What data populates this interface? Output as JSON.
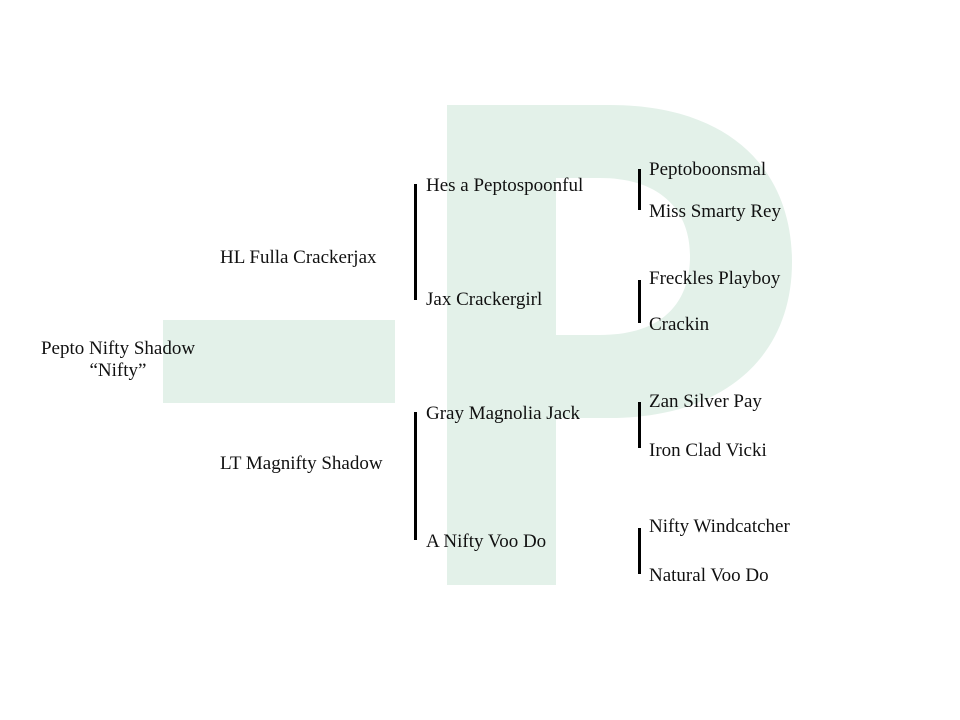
{
  "watermark": {
    "letter": "P",
    "color": "#e3f1e9"
  },
  "horse": {
    "name": "Pepto Nifty Shadow",
    "nickname": "“Nifty”"
  },
  "sire": {
    "name": "HL Fulla Crackerjax"
  },
  "dam": {
    "name": "LT Magnifty Shadow"
  },
  "grandparents": [
    "Hes a Peptospoonful",
    "Jax Crackergirl",
    "Gray Magnolia Jack",
    "A Nifty Voo Do"
  ],
  "great_grandparents": [
    "Peptoboonsmal",
    "Miss Smarty Rey",
    "Freckles Playboy",
    "Crackin",
    "Zan Silver Pay",
    "Iron Clad Vicki",
    "Nifty Windcatcher",
    "Natural Voo Do"
  ]
}
